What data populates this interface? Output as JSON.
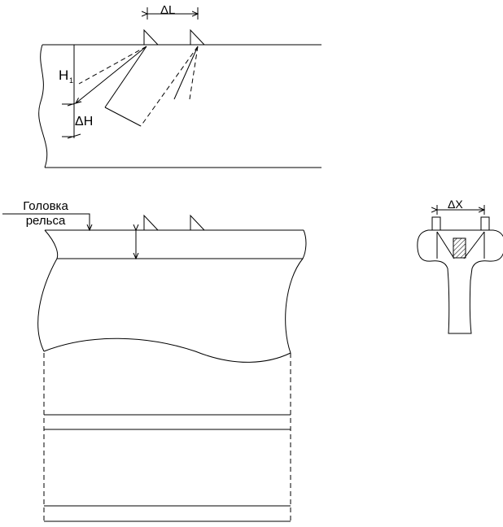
{
  "labels": {
    "delta_l": "ΔL",
    "h1": "H",
    "h1_sub": "1",
    "delta_h": "ΔH",
    "head_line1": "Головка",
    "head_line2": "рельса",
    "delta_x": "ΔX"
  },
  "colors": {
    "stroke": "#000000",
    "background": "#ffffff"
  }
}
